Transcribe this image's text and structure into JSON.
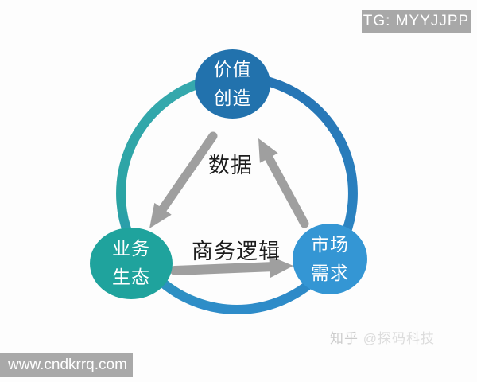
{
  "watermarks": {
    "telegram": "TG: MYYJJPP",
    "site": "www.cndkrrq.com",
    "credit_prefix": "知乎",
    "credit_handle": "@探码科技"
  },
  "diagram": {
    "nodes": [
      {
        "id": "value-creation",
        "line1": "价值",
        "line2": "创造",
        "color": "#2272ad"
      },
      {
        "id": "business-ecosystem",
        "line1": "业务",
        "line2": "生态",
        "color": "#1fa39d"
      },
      {
        "id": "market-demand",
        "line1": "市场",
        "line2": "需求",
        "color": "#3496d4"
      }
    ],
    "edges": [
      {
        "from": "value-creation",
        "to": "business-ecosystem",
        "label": "数据"
      },
      {
        "from": "market-demand",
        "to": "value-creation",
        "label": ""
      },
      {
        "from": "business-ecosystem",
        "to": "market-demand",
        "label": "商务逻辑"
      }
    ]
  },
  "colors": {
    "arrow": "#9f9f9f",
    "ring_teal": "#36a9ae",
    "ring_teal_mid": "#2aa3a3",
    "ring_blue_top": "#2674b4",
    "ring_blue_bottom": "#2e8cc9",
    "watermark_bg": "#a8a8a8"
  }
}
